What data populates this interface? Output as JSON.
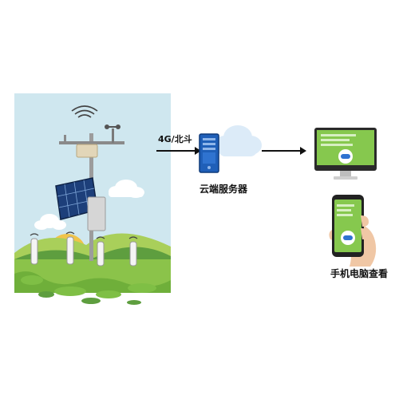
{
  "labels": {
    "link": "4G/北斗",
    "server": "云端服务器",
    "viewer": "手机电脑查看"
  },
  "colors": {
    "sky": "#cfe7ef",
    "grass": "#8bc34a",
    "hill_dark": "#5e9e3f",
    "hill_light": "#a9cf5a",
    "sun_yellow": "#f0c34a",
    "server_blue": "#1f5fb8",
    "cloud": "#dcebf8",
    "screen_green": "#86c84e",
    "monitor_frame": "#2a2a2a",
    "arrow": "#111111"
  },
  "icons": [
    "weather-station-icon",
    "solar-panel-icon",
    "soil-sensor-icon",
    "server-icon",
    "cloud-icon",
    "monitor-icon",
    "smartphone-icon",
    "robot-icon",
    "wifi-signal-icon"
  ]
}
